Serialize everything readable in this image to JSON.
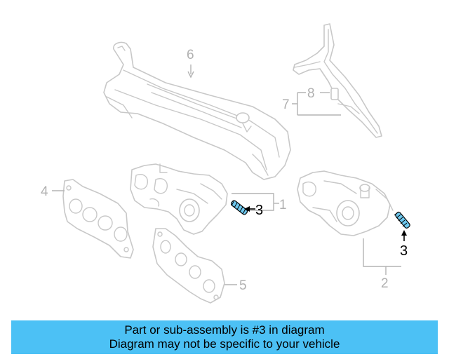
{
  "diagram": {
    "callouts": {
      "c1": "1",
      "c2": "2",
      "c3_left": "3",
      "c3_right": "3",
      "c4": "4",
      "c5": "5",
      "c6": "6",
      "c7": "7",
      "c8": "8"
    },
    "highlight_color": "#6ec8ee",
    "line_color": "#c8c8c8"
  },
  "banner": {
    "line1": "Part or sub-assembly is #3 in diagram",
    "line2": "Diagram may not be specific to your vehicle",
    "background": "#4cc1f5"
  }
}
